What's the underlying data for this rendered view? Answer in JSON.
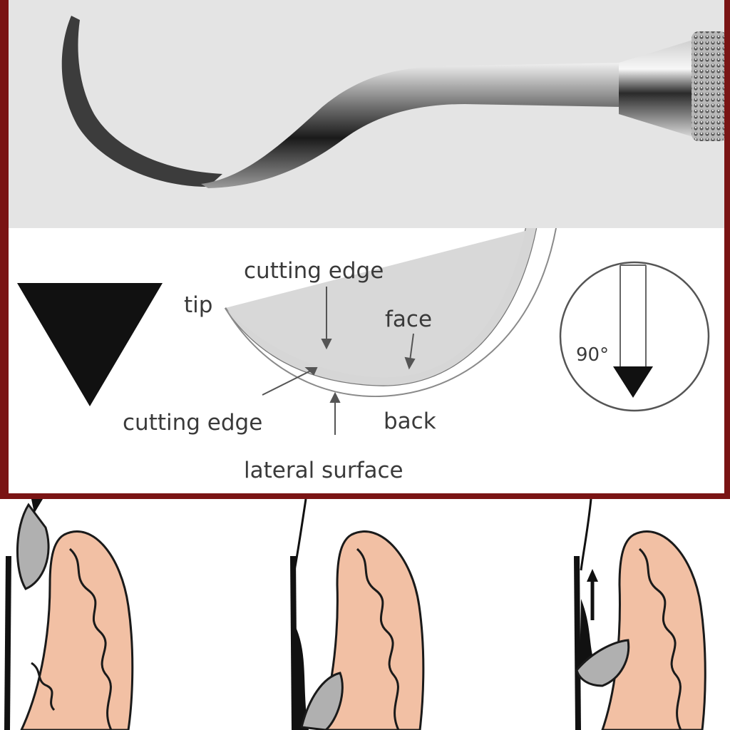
{
  "photo": {
    "instrument_icon": "curette-instrument-icon"
  },
  "blade_diagram": {
    "labels": {
      "tip": "tip",
      "cutting_edge_top": "cutting edge",
      "face": "face",
      "cutting_edge_bottom": "cutting edge",
      "back": "back",
      "lateral_surface": "lateral surface"
    },
    "cross_section_icon": "triangle-cross-section-icon"
  },
  "angle_detail": {
    "angle_label": "90°"
  },
  "steps": [
    {
      "icon": "curette-insertion-icon"
    },
    {
      "icon": "curette-engagement-icon"
    },
    {
      "icon": "curette-stroke-up-icon"
    }
  ],
  "colors": {
    "frame": "#7a1414",
    "photo_background": "#e4e4e4",
    "gum_fill": "#f2c0a4",
    "gum_outline": "#1a1a1a",
    "blade_metal": "#b0b0b0",
    "calculus": "#111111"
  }
}
